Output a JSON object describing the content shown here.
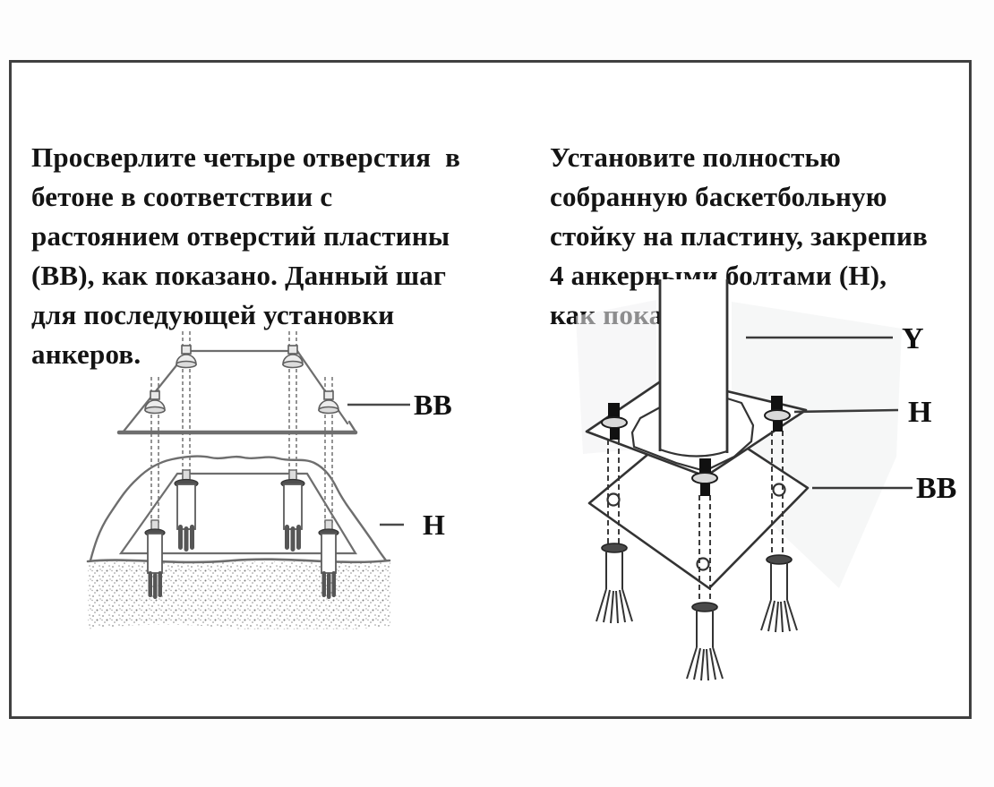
{
  "page": {
    "kind": "instruction-manual-scan",
    "border_color": "#404040",
    "background": "#ffffff"
  },
  "steps": {
    "left": {
      "lines": [
        "Просверлите четыре отверстия  в",
        "бетоне в соответствии с",
        "растоянием отверстий пластины",
        "(ВВ), как показано. Данный шаг",
        "для последующей установки",
        "анкеров."
      ]
    },
    "right": {
      "lines": [
        "Установите полностью",
        "собранную баскетбольную",
        "стойку на пластину, закрепив",
        "4 анкерными болтами (Н),",
        "как показано."
      ]
    }
  },
  "diagram_left": {
    "label_plate": "BB",
    "label_anchor": "H"
  },
  "diagram_right": {
    "label_pole": "Y",
    "label_bolt": "H",
    "label_plate": "BB"
  }
}
